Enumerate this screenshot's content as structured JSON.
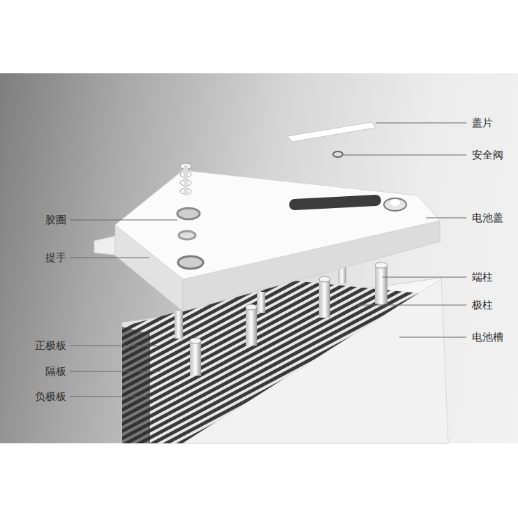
{
  "diagram": {
    "labels": [
      "盖片",
      "安全阀",
      "胶圈",
      "电池盖",
      "提手",
      "端柱",
      "极柱",
      "电池槽",
      "正极板",
      "隔板",
      "负极板"
    ]
  }
}
